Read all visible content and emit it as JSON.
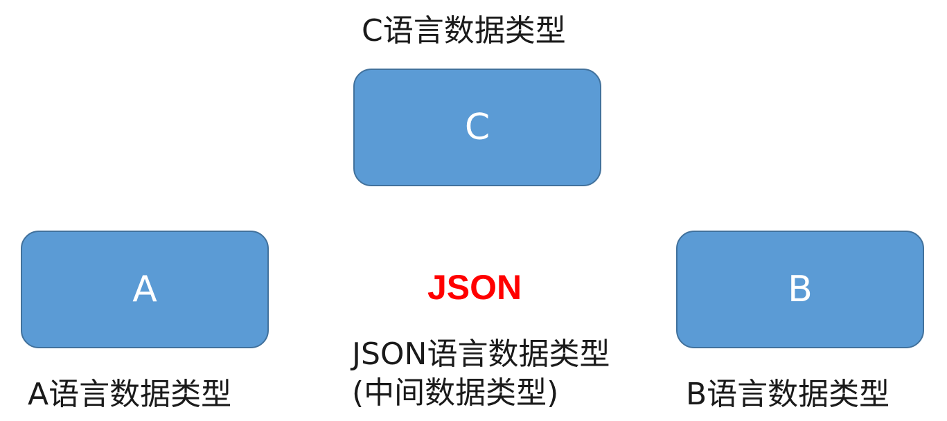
{
  "nodes": {
    "c": {
      "label": "C",
      "caption": "C语言数据类型"
    },
    "a": {
      "label": "A",
      "caption": "A语言数据类型"
    },
    "b": {
      "label": "B",
      "caption": "B语言数据类型"
    }
  },
  "center": {
    "label": "JSON",
    "caption_line1": "JSON语言数据类型",
    "caption_line2": "(中间数据类型)"
  },
  "colors": {
    "box_fill": "#5b9bd5",
    "box_border": "#41719c",
    "box_text": "#ffffff",
    "center_label": "#ff0000"
  }
}
